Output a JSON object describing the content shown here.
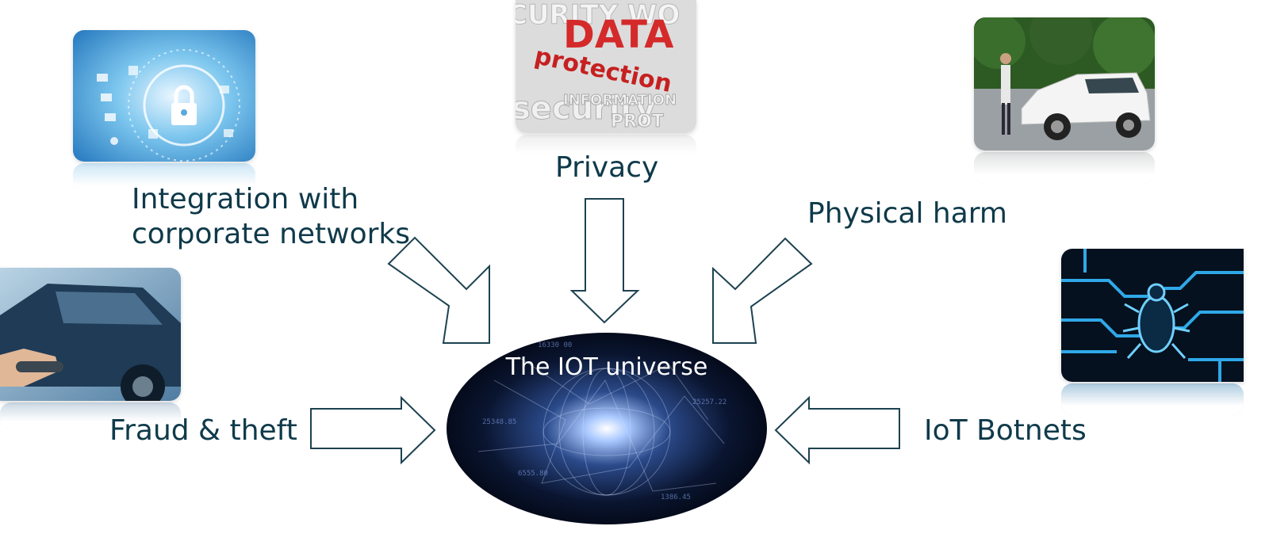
{
  "labels": {
    "integration": [
      "Integration with",
      "corporate networks"
    ],
    "privacy": "Privacy",
    "physical_harm": "Physical harm",
    "fraud": "Fraud & theft",
    "botnets": "IoT Botnets"
  },
  "center": {
    "title": "The IOT universe"
  },
  "images": {
    "integration": "lock-security-icon",
    "privacy": "data-protection-word-cloud",
    "physical_harm": "car-hacking-photo",
    "fraud": "car-key-fob-photo",
    "botnets": "circuit-bug-icon"
  },
  "colors": {
    "text": "#0f3a4a",
    "arrow_stroke": "#1d4250",
    "globe_bg": "#050a1a"
  }
}
